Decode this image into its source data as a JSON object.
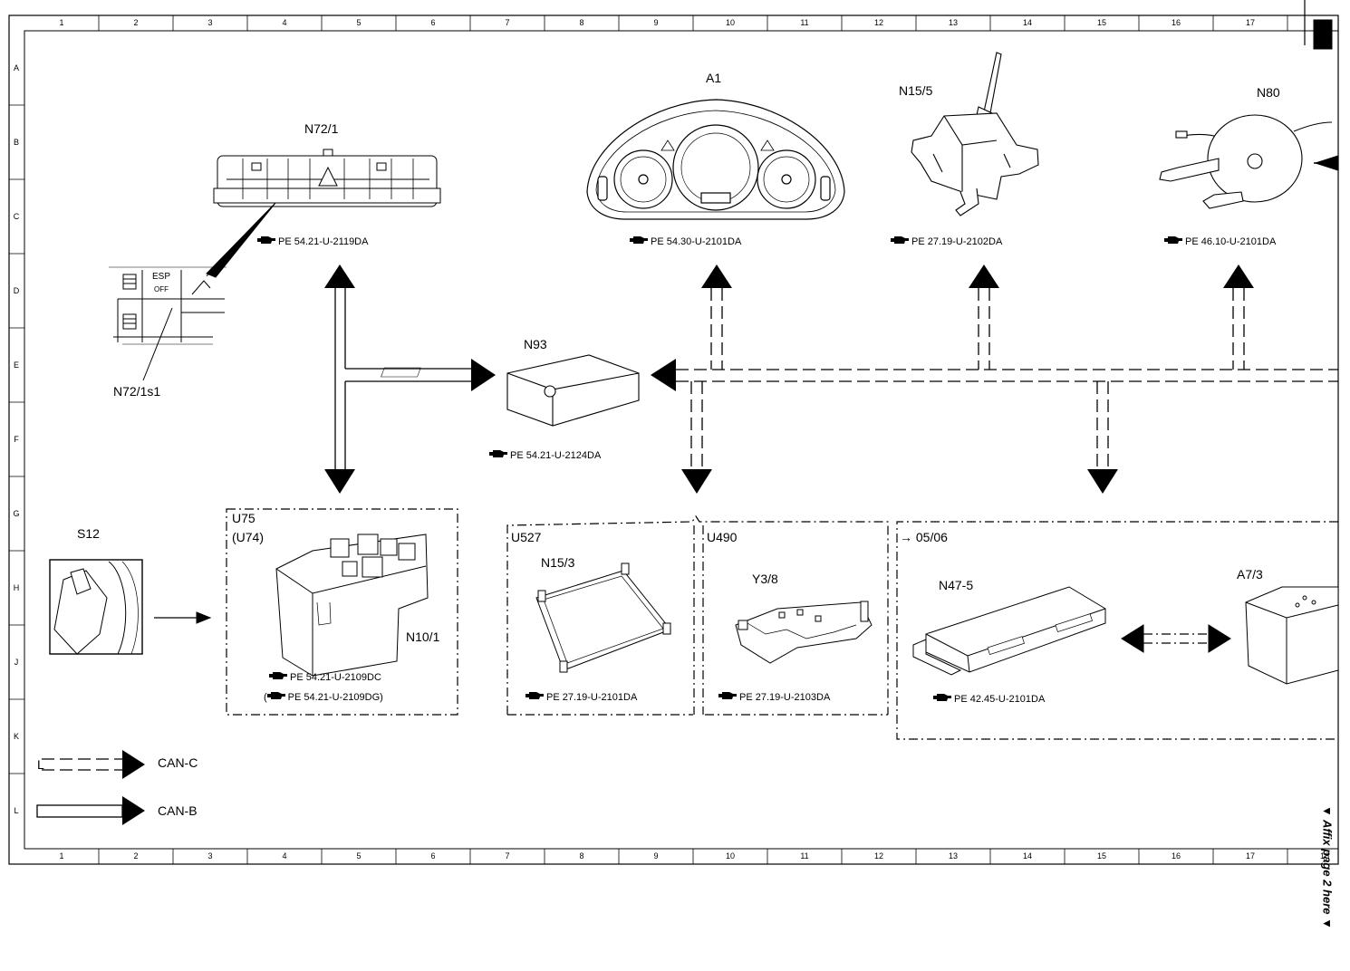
{
  "grid": {
    "columns": [
      "1",
      "2",
      "3",
      "4",
      "5",
      "6",
      "7",
      "8",
      "9",
      "10",
      "11",
      "12",
      "13",
      "14",
      "15",
      "16",
      "17",
      "18"
    ],
    "rows": [
      "A",
      "B",
      "C",
      "D",
      "E",
      "F",
      "G",
      "H",
      "J",
      "K",
      "L"
    ]
  },
  "components": {
    "n72_1": {
      "label": "N72/1",
      "ref": "PE 54.21-U-2119DA"
    },
    "n72_1s1": {
      "label": "N72/1s1",
      "switch_text_top": "ESP",
      "switch_text_bottom": "OFF"
    },
    "a1": {
      "label": "A1",
      "ref": "PE 54.30-U-2101DA"
    },
    "n15_5": {
      "label": "N15/5",
      "ref": "PE 27.19-U-2102DA"
    },
    "n80": {
      "label": "N80",
      "ref": "PE 46.10-U-2101DA"
    },
    "n93": {
      "label": "N93",
      "ref": "PE 54.21-U-2124DA"
    },
    "s12": {
      "label": "S12"
    },
    "u75": {
      "label": "U75",
      "label_alt": "(U74)",
      "inner_label": "N10/1",
      "ref": "PE 54.21-U-2109DC",
      "ref_alt_open": "(",
      "ref_alt": "PE 54.21-U-2109DG)"
    },
    "u527": {
      "label": "U527",
      "inner_label": "N15/3",
      "ref": "PE 27.19-U-2101DA"
    },
    "u490": {
      "label": "U490",
      "inner_label": "Y3/8",
      "ref": "PE 27.19-U-2103DA"
    },
    "group_0506": {
      "label": "→ 05/06",
      "n47_5": "N47-5",
      "a7_3": "A7/3",
      "ref": "PE 42.45-U-2101DA"
    }
  },
  "legend": {
    "can_c": {
      "marker": "L",
      "label": "CAN-C"
    },
    "can_b": {
      "label": "CAN-B"
    }
  },
  "affix_note": "▼ Affix page 2 here ▼",
  "colors": {
    "line": "#000000",
    "background": "#ffffff"
  }
}
